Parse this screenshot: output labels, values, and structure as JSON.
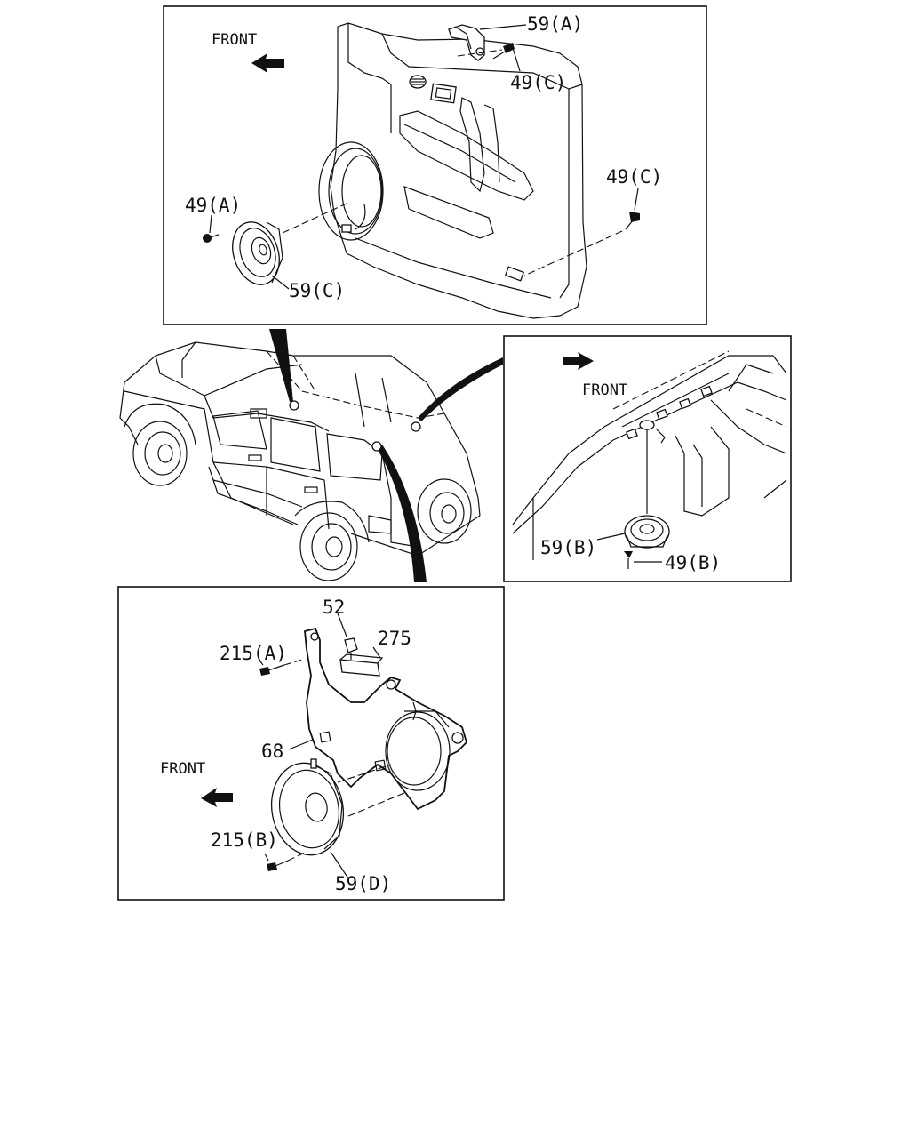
{
  "panels": {
    "front_door": {
      "front_label": "FRONT",
      "callouts": [
        "59(A)",
        "49(C)",
        "49(C)",
        "49(A)",
        "59(C)"
      ]
    },
    "rear_roof": {
      "front_label": "FRONT",
      "callouts": [
        "59(B)",
        "49(B)"
      ]
    },
    "rear_quarter": {
      "front_label": "FRONT",
      "callouts": [
        "52",
        "275",
        "215(A)",
        "68",
        "215(B)",
        "59(D)"
      ]
    }
  },
  "colors": {
    "ink": "#111111",
    "paper": "#ffffff"
  },
  "icons": [
    "front-arrow-icon",
    "speaker-icon",
    "screw-icon",
    "vehicle-illustration"
  ]
}
